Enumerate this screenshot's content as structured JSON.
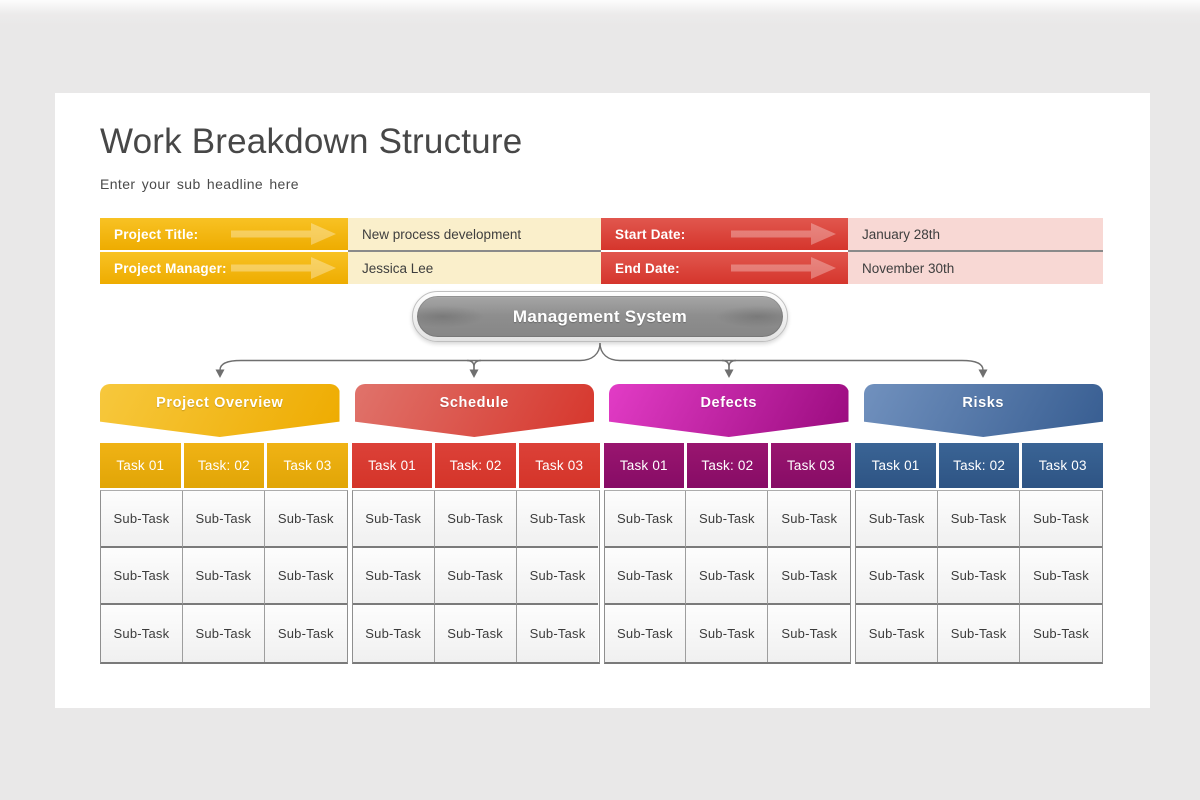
{
  "header": {
    "title": "Work Breakdown Structure",
    "subtitle": "Enter your sub headline here"
  },
  "project_info": {
    "left": [
      {
        "label": "Project Title:",
        "value": "New process development"
      },
      {
        "label": "Project Manager:",
        "value": "Jessica Lee"
      }
    ],
    "right": [
      {
        "label": "Start Date:",
        "value": "January 28th"
      },
      {
        "label": "End Date:",
        "value": "November 30th"
      }
    ]
  },
  "org": {
    "root_label": "Management System",
    "branches": [
      {
        "label": "Project Overview",
        "banner_from": "#F7C83D",
        "banner_to": "#EEAB00",
        "cell_from": "#F0B315",
        "cell_to": "#E1A506"
      },
      {
        "label": "Schedule",
        "banner_from": "#E0736B",
        "banner_to": "#D6362C",
        "cell_from": "#DC4138",
        "cell_to": "#D43429"
      },
      {
        "label": "Defects",
        "banner_from": "#E23CC6",
        "banner_to": "#9A0B7E",
        "cell_from": "#99156F",
        "cell_to": "#870C66"
      },
      {
        "label": "Risks",
        "banner_from": "#7191BE",
        "banner_to": "#375D91",
        "cell_from": "#3A6495",
        "cell_to": "#2E5484"
      }
    ]
  },
  "table": {
    "task_headers": [
      "Task 01",
      "Task: 02",
      "Task 03",
      "Task 01",
      "Task: 02",
      "Task 03",
      "Task 01",
      "Task: 02",
      "Task 03",
      "Task 01",
      "Task: 02",
      "Task 03"
    ],
    "rows": [
      [
        "Sub-Task",
        "Sub-Task",
        "Sub-Task",
        "Sub-Task",
        "Sub-Task",
        "Sub-Task",
        "Sub-Task",
        "Sub-Task",
        "Sub-Task",
        "Sub-Task",
        "Sub-Task",
        "Sub-Task"
      ],
      [
        "Sub-Task",
        "Sub-Task",
        "Sub-Task",
        "Sub-Task",
        "Sub-Task",
        "Sub-Task",
        "Sub-Task",
        "Sub-Task",
        "Sub-Task",
        "Sub-Task",
        "Sub-Task",
        "Sub-Task"
      ],
      [
        "Sub-Task",
        "Sub-Task",
        "Sub-Task",
        "Sub-Task",
        "Sub-Task",
        "Sub-Task",
        "Sub-Task",
        "Sub-Task",
        "Sub-Task",
        "Sub-Task",
        "Sub-Task",
        "Sub-Task"
      ]
    ]
  },
  "icons": {
    "info_arrow": "arrow-right-icon"
  },
  "colors": {
    "stage_bg": "#E9E8E8",
    "gold_bar_from": "#F8C224",
    "gold_bar_to": "#EEAC00",
    "gold_value_bg": "#FAEFCB",
    "red_bar_from": "#E1574E",
    "red_bar_to": "#D5352C",
    "red_value_bg": "#F8D8D4",
    "divider": "#8A8A8A",
    "connector": "#6F6F6F"
  }
}
